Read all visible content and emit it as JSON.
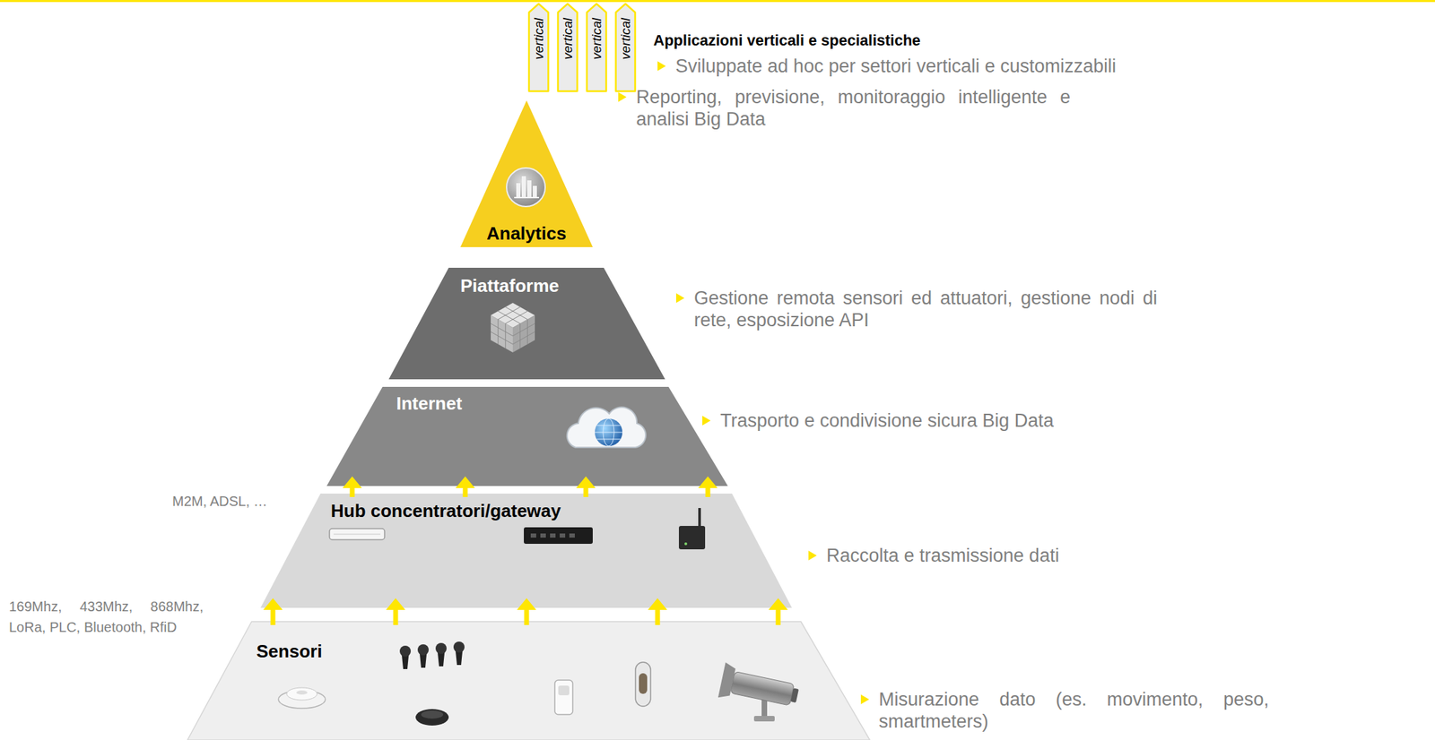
{
  "diagram": {
    "nodes": [
      {
        "text": [
          "vertical"
        ]
      },
      {
        "text": [
          "vertical"
        ]
      },
      {
        "text": [
          "vertical"
        ]
      },
      {
        "text": [
          "vertical"
        ]
      },
      {
        "text": [
          "Analytics"
        ]
      },
      {
        "text": [
          "Piattaforme"
        ]
      },
      {
        "text": [
          "Internet"
        ]
      },
      {
        "text": [
          "Hub concentratori/gateway"
        ]
      },
      {
        "text": [
          "Sensori"
        ]
      }
    ],
    "edges": [
      {
        "from": 7,
        "to": 6,
        "arrow": "to"
      },
      {
        "from": 7,
        "to": 6,
        "arrow": "to"
      },
      {
        "from": 7,
        "to": 6,
        "arrow": "to"
      },
      {
        "from": 7,
        "to": 6,
        "arrow": "to"
      },
      {
        "from": 8,
        "to": 7,
        "arrow": "to"
      },
      {
        "from": 8,
        "to": 7,
        "arrow": "to"
      },
      {
        "from": 8,
        "to": 7,
        "arrow": "to"
      },
      {
        "from": 8,
        "to": 7,
        "arrow": "to"
      },
      {
        "from": 8,
        "to": 7,
        "arrow": "to"
      }
    ],
    "labels": [
      "Applicazioni verticali e specialistiche",
      "Sviluppate ad hoc per settori verticali e customizzabili",
      "Reporting, previsione, monitoraggio intelligente e analisi Big Data",
      "Gestione remota sensori ed attuatori, gestione nodi di rete, esposizione API",
      "Trasporto e condivisione sicura Big Data",
      "M2M, ADSL, …",
      "Raccolta e trasmissione dati",
      "169Mhz, 433Mhz, 868Mhz, LoRa, PLC, Bluetooth, RfiD",
      "Misurazione dato (es. movimento, peso, smartmeters)"
    ]
  }
}
